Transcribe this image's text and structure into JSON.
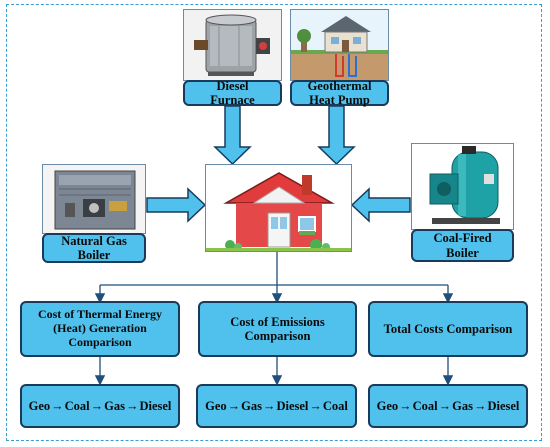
{
  "sources": {
    "diesel": "Diesel\nFurnace",
    "geothermal": "Geothermal\nHeat Pump",
    "natural_gas": "Natural Gas\nBoiler",
    "coal": "Coal-Fired\nBoiler"
  },
  "comparisons": [
    {
      "title": "Cost of Thermal Energy\n(Heat) Generation\nComparison",
      "ranking": [
        "Geo",
        "Coal",
        "Gas",
        "Diesel"
      ]
    },
    {
      "title": "Cost of Emissions\nComparison",
      "ranking": [
        "Geo",
        "Gas",
        "Diesel",
        "Coal"
      ]
    },
    {
      "title": "Total Costs Comparison",
      "ranking": [
        "Geo",
        "Coal",
        "Gas",
        "Diesel"
      ]
    }
  ],
  "colors": {
    "box_fill": "#4fc1ec",
    "box_border": "#1a3a5a",
    "arrow": "#4fc1ec",
    "frame": "#3a9fd0"
  },
  "icons": [
    "diesel-furnace-photo",
    "geothermal-heat-pump-illustration",
    "house-icon",
    "natural-gas-boiler-photo",
    "coal-fired-boiler-photo"
  ]
}
